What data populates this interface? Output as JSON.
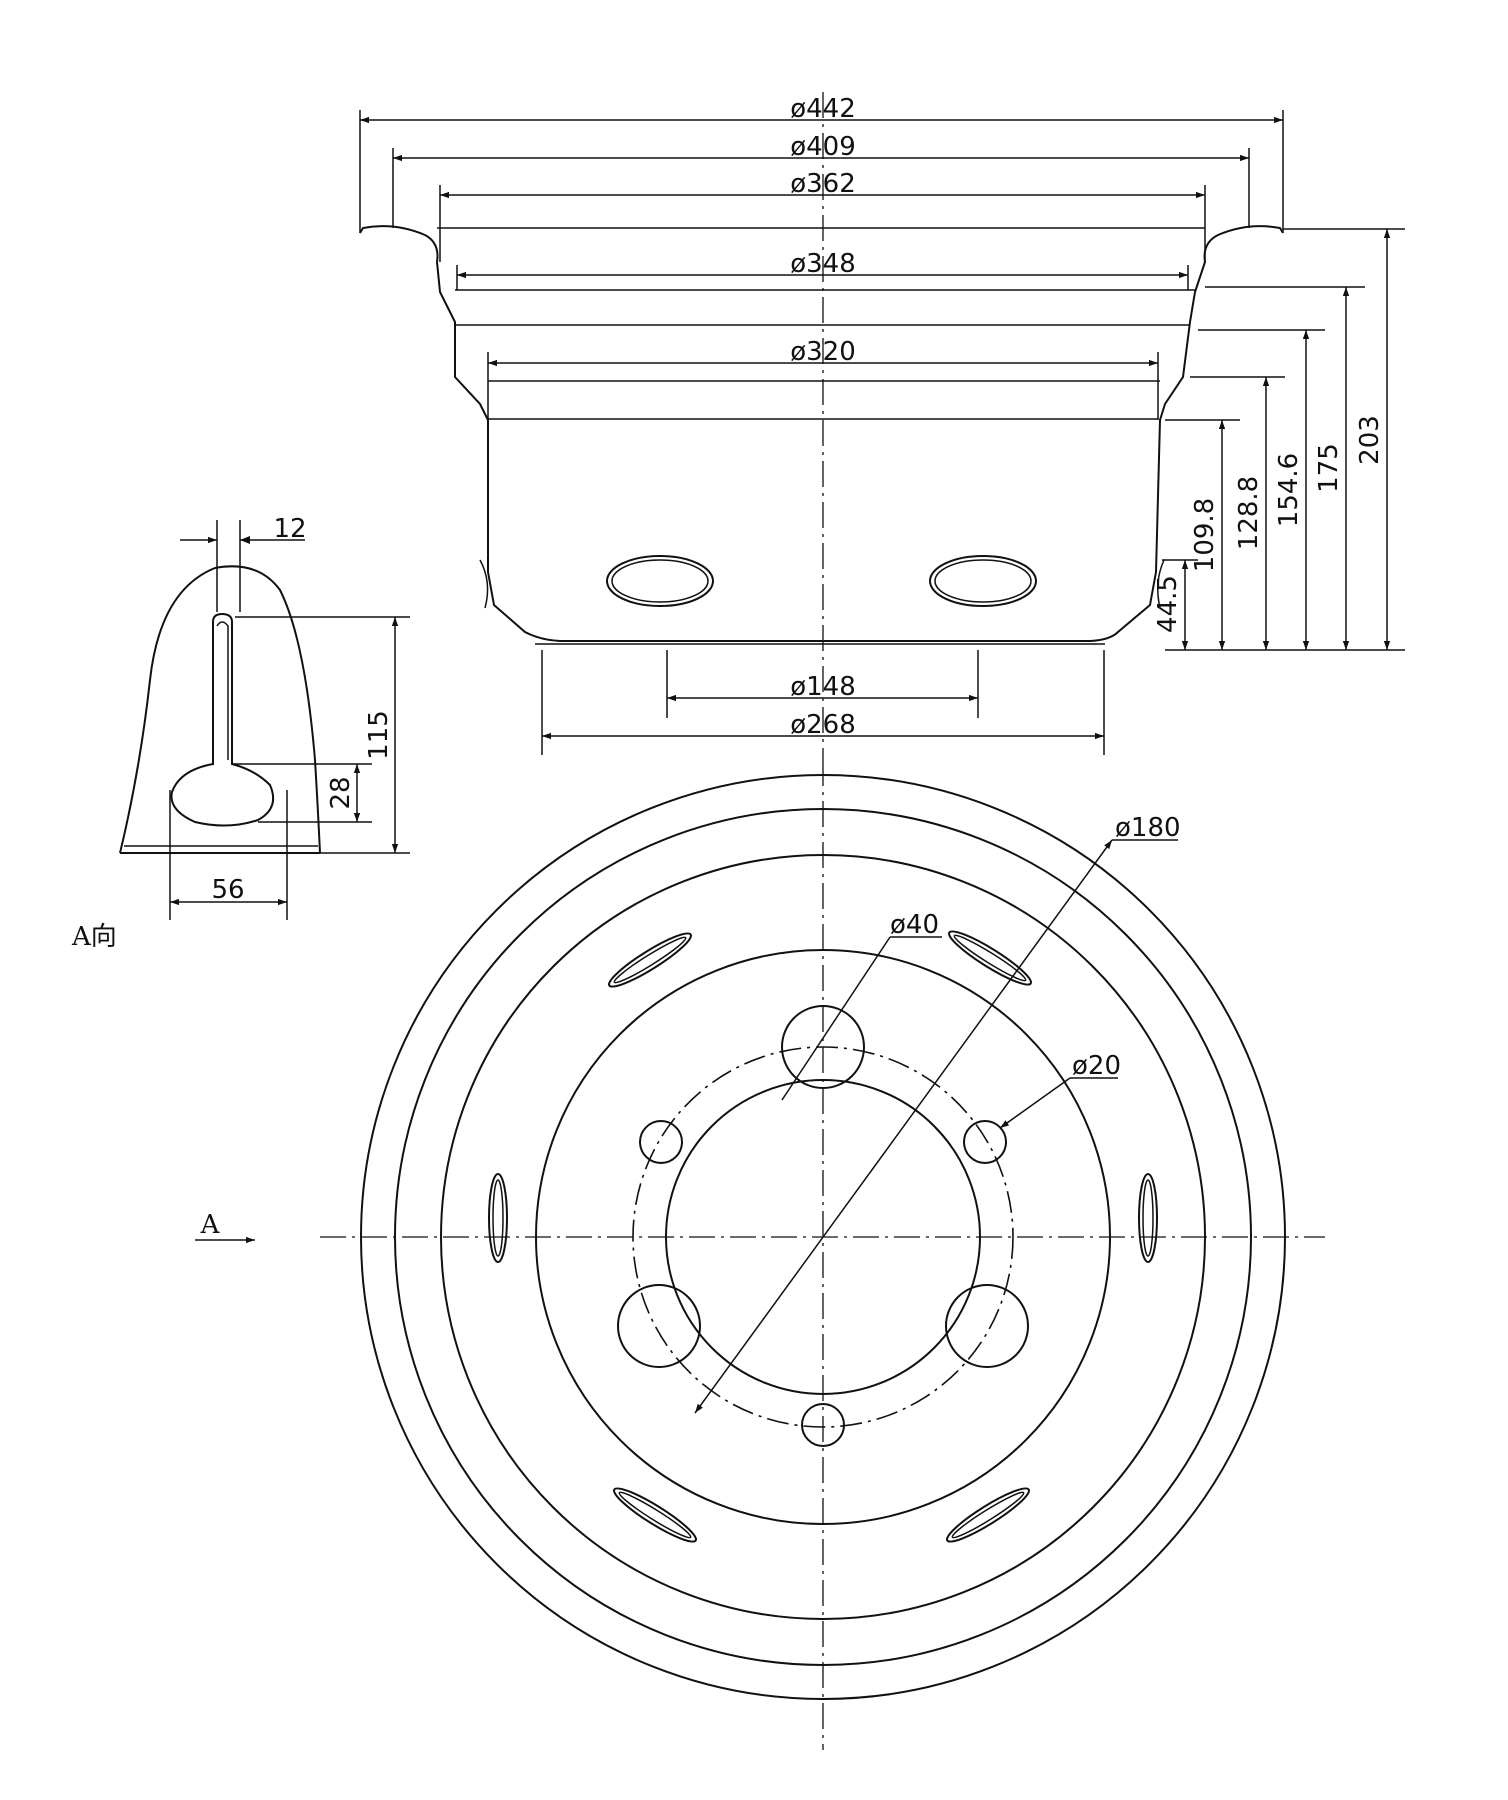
{
  "drawing": {
    "top_view": {
      "dims_horizontal": [
        "ø442",
        "ø409",
        "ø362",
        "ø348",
        "ø320",
        "ø148",
        "ø268"
      ],
      "dims_vertical": [
        "203",
        "175",
        "154.6",
        "128.8",
        "109.8",
        "44.5"
      ]
    },
    "section_a": {
      "dims": [
        "12",
        "115",
        "28",
        "56"
      ],
      "label": "A向"
    },
    "front_view": {
      "dims": [
        "ø180",
        "ø40",
        "ø20"
      ],
      "arrow_label": "A"
    }
  }
}
